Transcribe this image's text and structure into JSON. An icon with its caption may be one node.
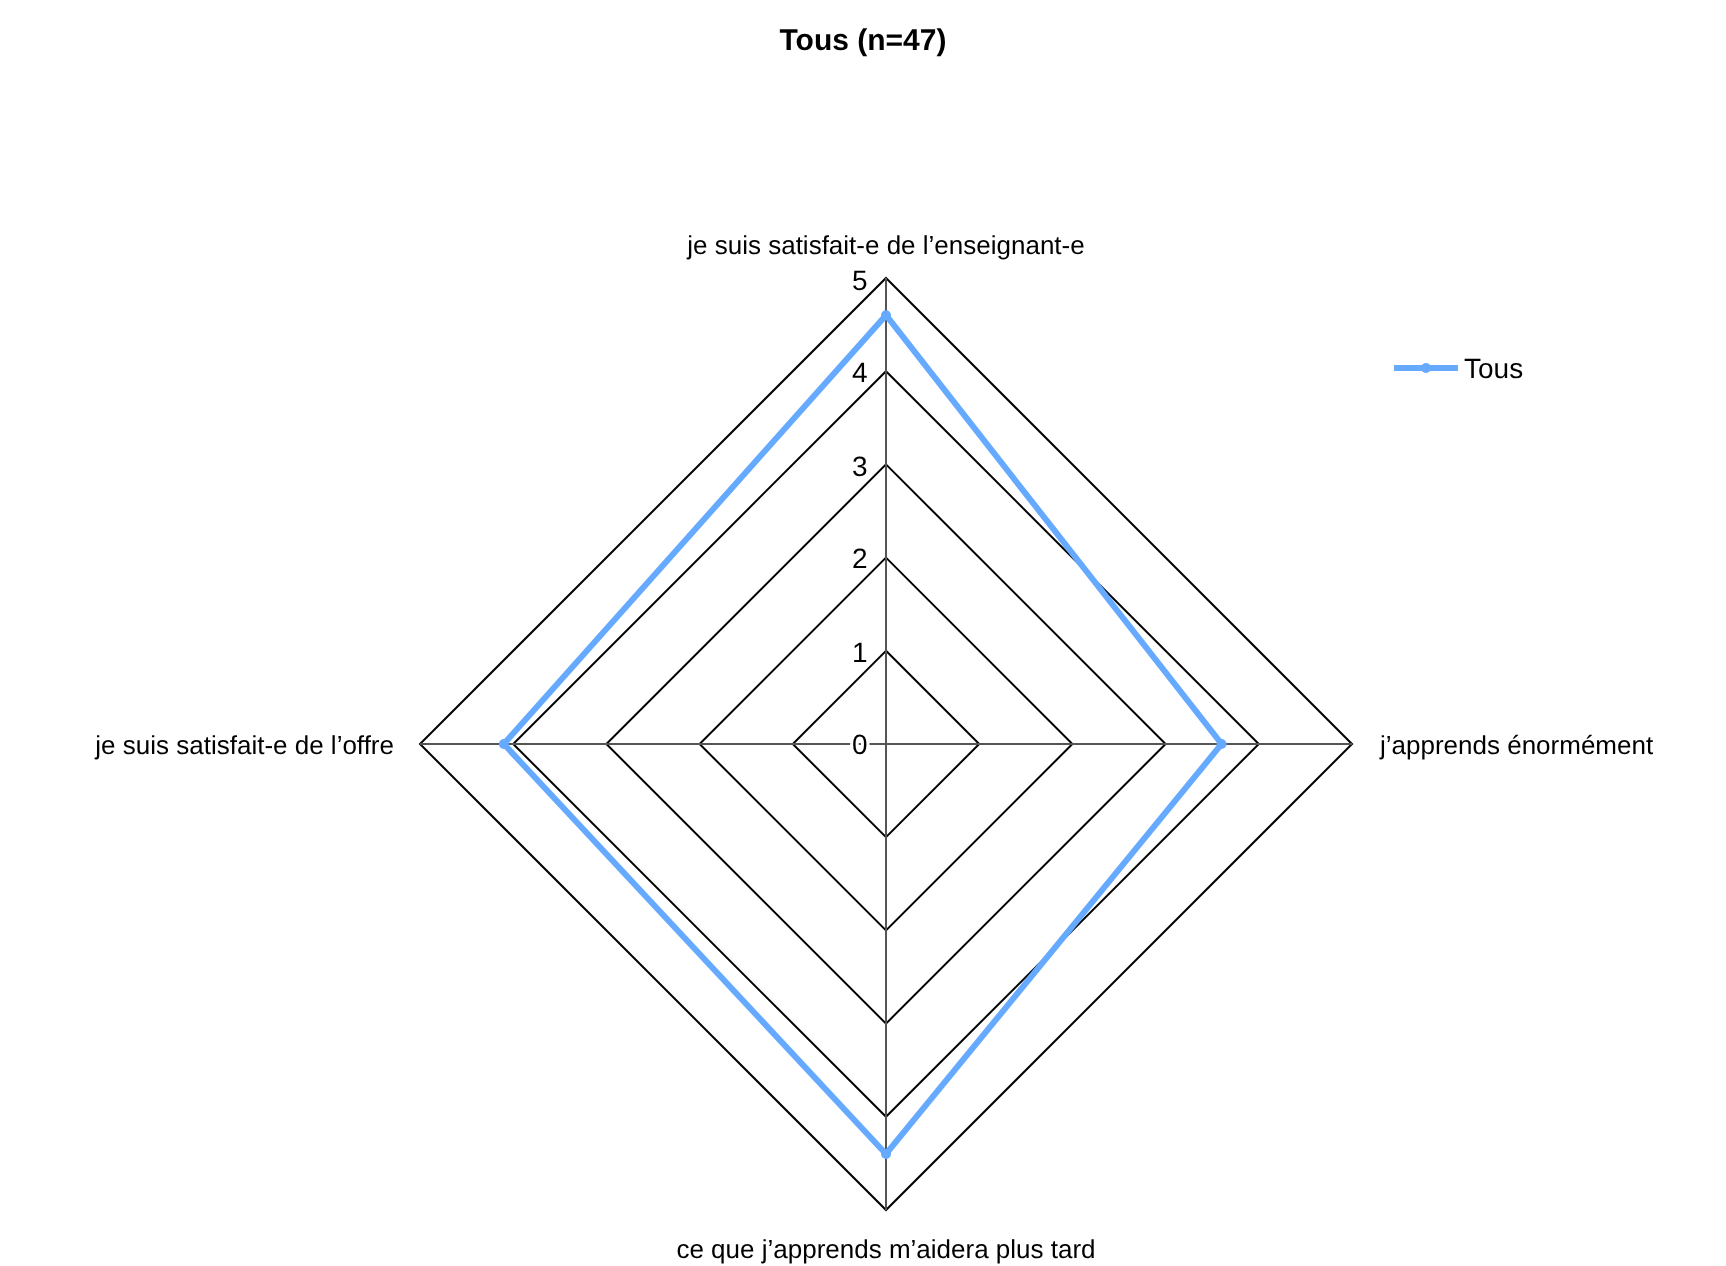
{
  "diagram": {
    "title": "Tous (n=47)",
    "labels": [
      "je suis satisfait-e de l’enseignant-e",
      "5",
      "4",
      "3",
      "2",
      "1",
      "je suis satisfait-e de l’offre",
      "0",
      "j’apprends énormément",
      "ce que j’apprends m’aidera plus tard"
    ],
    "legend": [
      {
        "text": "Tous"
      }
    ]
  }
}
